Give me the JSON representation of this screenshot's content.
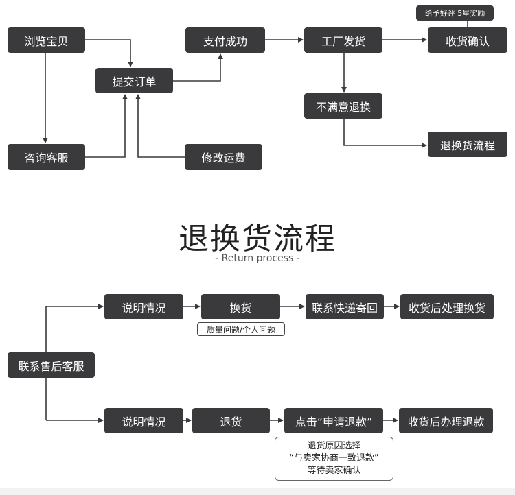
{
  "colors": {
    "box": "#3a3a3c",
    "line": "#3a3a3c",
    "text_on_box": "#ffffff"
  },
  "top_flow": {
    "browse": "浏览宝贝",
    "consult": "咨询客服",
    "submit_order": "提交订单",
    "modify_shipping": "修改运费",
    "pay_success": "支付成功",
    "factory_ship": "工厂发货",
    "confirm_receipt": "收货确认",
    "review_reward": "给予好评 5星奖励",
    "unsatisfied_return": "不满意退换",
    "return_process": "退换货流程"
  },
  "section": {
    "title": "退换货流程",
    "subtitle": "- Return process -"
  },
  "return_flow": {
    "contact_service": "联系售后客服",
    "explain_1": "说明情况",
    "exchange": "换货",
    "exchange_note": "质量问题/个人问题",
    "contact_express": "联系快递寄回",
    "process_exchange": "收货后处理换货",
    "explain_2": "说明情况",
    "refund": "退货",
    "click_refund": "点击“申请退款”",
    "process_refund": "收货后办理退款",
    "refund_note": [
      "退货原因选择",
      "“与卖家协商一致退款”",
      "等待卖家确认"
    ]
  }
}
